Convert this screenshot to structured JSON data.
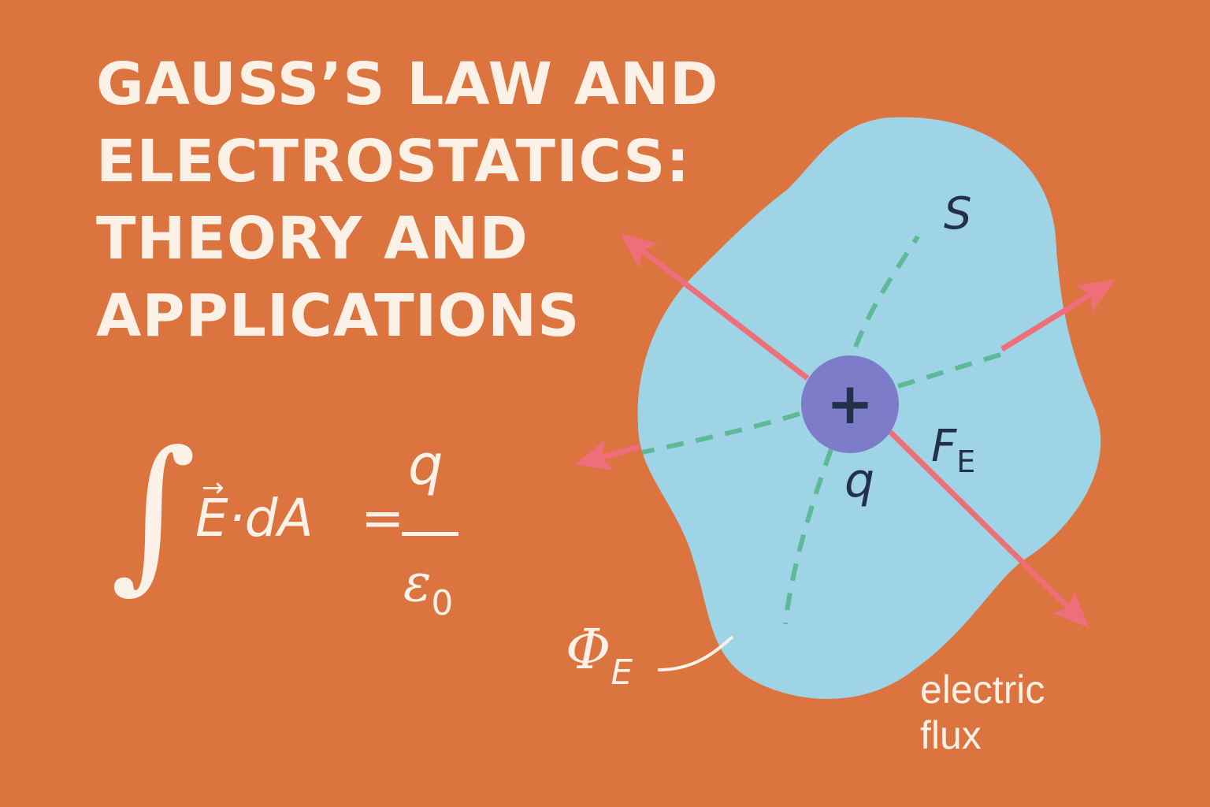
{
  "title": {
    "lines": [
      "GAUSS’S LAW AND",
      "ELECTROSTATICS:",
      "THEORY AND",
      "APPLICATIONS"
    ]
  },
  "equation": {
    "integral": "∫",
    "arrow": "→",
    "lhs": "E·dA",
    "equals": "=",
    "numerator": "q",
    "denominator_symbol": "ε",
    "denominator_subscript": "0"
  },
  "diagram": {
    "surface_label": "S",
    "charge_symbol": "+",
    "charge_label": "q",
    "force_label": "F",
    "force_subscript": "E",
    "flux_symbol": "Φ",
    "flux_subscript": "E",
    "flux_caption_lines": [
      "electric",
      "flux"
    ]
  },
  "colors": {
    "background": "#DC7440",
    "text_light": "#FBF1E6",
    "surface_fill": "#9FD3E6",
    "charge_fill": "#7C7CC8",
    "arrow_color": "#EE6E7A",
    "field_line_color": "#5DB998",
    "label_dark": "#22304A"
  }
}
